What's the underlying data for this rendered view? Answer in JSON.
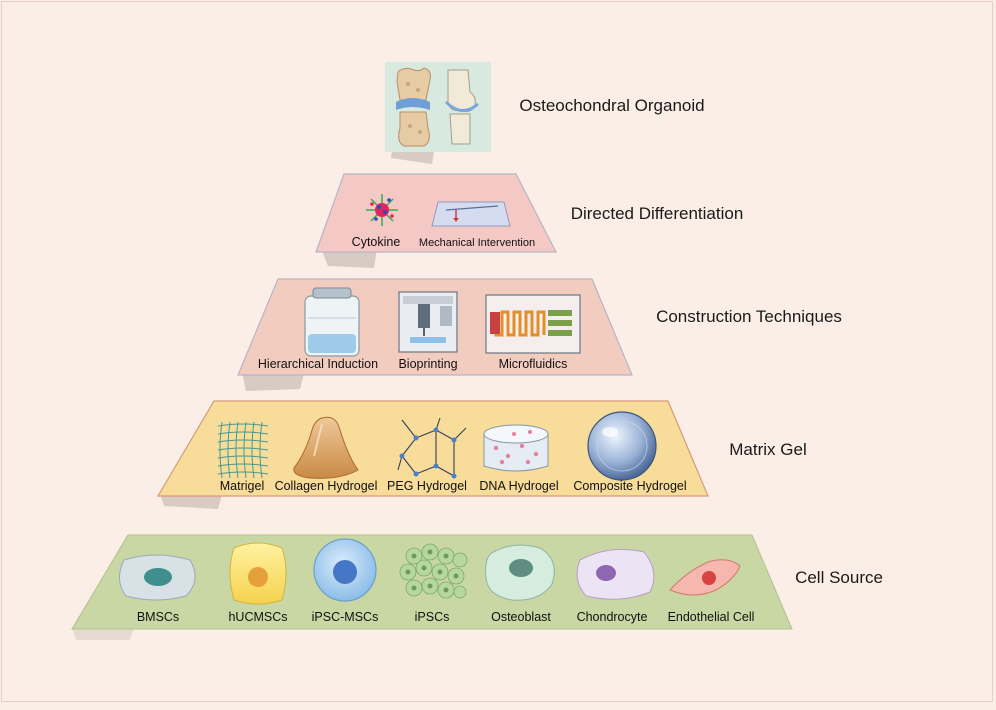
{
  "levels": {
    "organoid": {
      "title": "Osteochondral Organoid"
    },
    "differentiation": {
      "title": "Directed Differentiation",
      "items": [
        "Cytokine",
        "Mechanical Intervention"
      ]
    },
    "construction": {
      "title": "Construction Techniques",
      "items": [
        "Hierarchical Induction",
        "Bioprinting",
        "Microfluidics"
      ]
    },
    "matrix": {
      "title": "Matrix Gel",
      "items": [
        "Matrigel",
        "Collagen Hydrogel",
        "PEG Hydrogel",
        "DNA Hydrogel",
        "Composite Hydrogel"
      ]
    },
    "cells": {
      "title": "Cell Source",
      "items": [
        "BMSCs",
        "hUCMSCs",
        "iPSC-MSCs",
        "iPSCs",
        "Osteoblast",
        "Chondrocyte",
        "Endothelial Cell"
      ]
    }
  },
  "colors": {
    "background": "#fbeee6",
    "organoid_panel": "#d8eadf",
    "differentiation_panel": "#f4c8c4",
    "construction_panel": "#f3ccc0",
    "matrix_panel": "#f8dc9a",
    "cells_panel": "#c9d7a5"
  }
}
